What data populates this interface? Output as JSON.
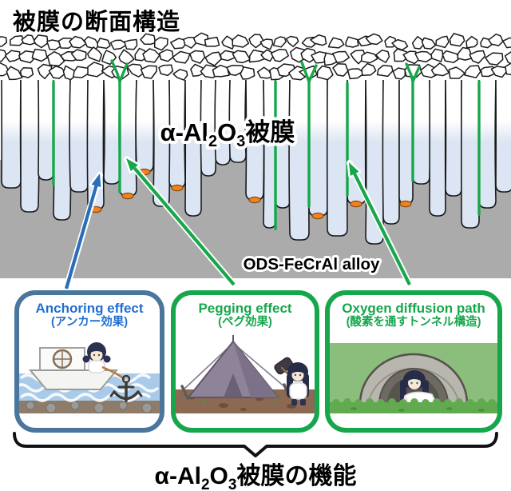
{
  "title": "被膜の断面構造",
  "film_label": {
    "p1": "α-Al",
    "sub1": "2",
    "p2": "O",
    "sub2": "3",
    "p3": "被膜"
  },
  "alloy_label": "ODS-FeCrAl alloy",
  "caption": {
    "p1": "α-Al",
    "sub1": "2",
    "p2": "O",
    "sub2": "3",
    "p3": "被膜の機能"
  },
  "panels": [
    {
      "title": "Anchoring effect",
      "subtitle": "(アンカー効果)",
      "accent": "#1f6fd0",
      "border": "#4a769e"
    },
    {
      "title": "Pegging effect",
      "subtitle": "(ペグ効果)",
      "accent": "#16a74c",
      "border": "#16a74c"
    },
    {
      "title": "Oxygen diffusion path",
      "subtitle": "(酸素を通すトンネル構造)",
      "accent": "#16a74c",
      "border": "#16a74c"
    }
  ],
  "colors": {
    "anchor_blue": "#2a6db8",
    "grain_green": "#17a74b",
    "film_tint": "#dce5f3",
    "substrate_gray": "#ababab",
    "oxide_orange": "#f08320",
    "brace_black": "#111111"
  }
}
